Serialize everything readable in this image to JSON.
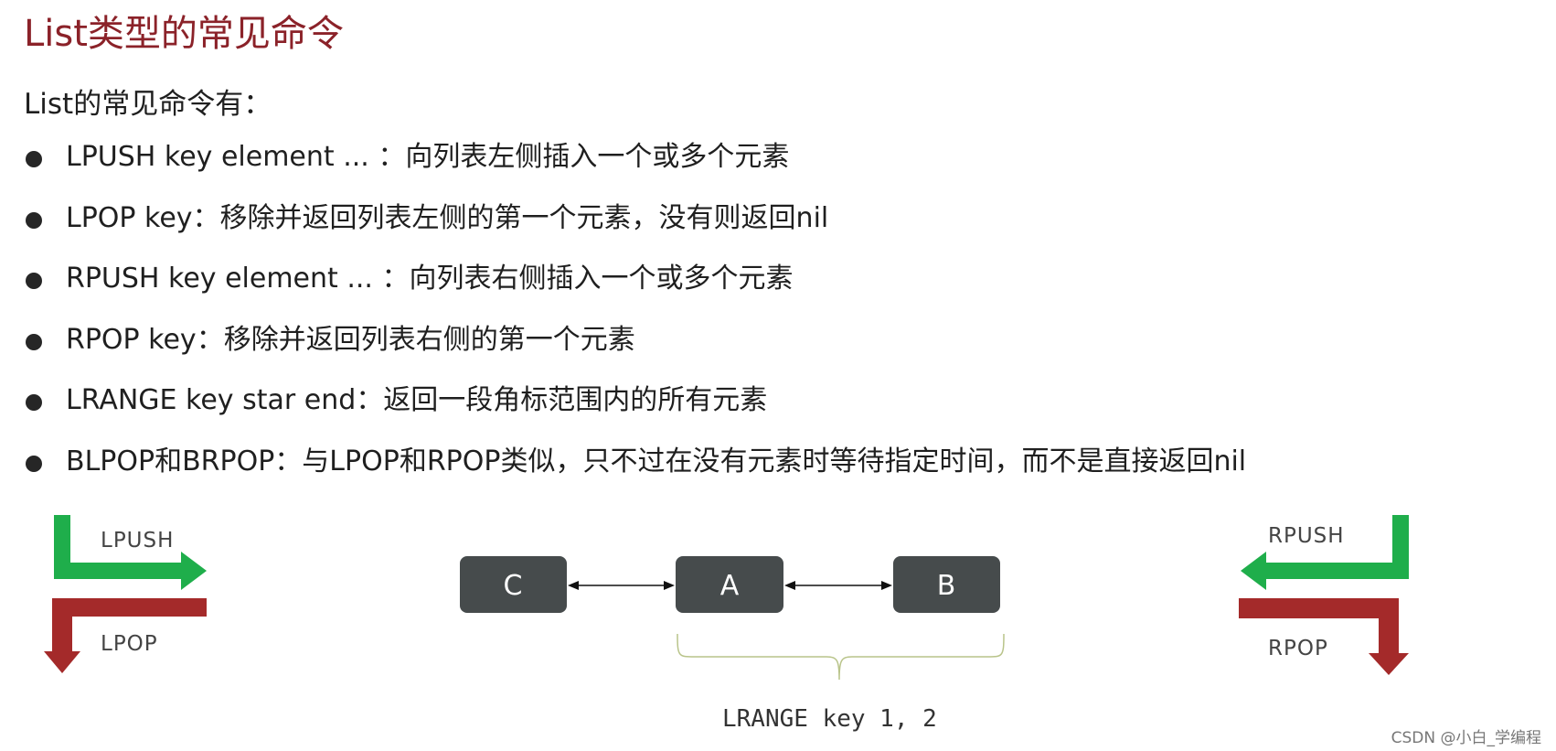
{
  "title": "List类型的常见命令",
  "intro": "List的常见命令有：",
  "commands": [
    "LPUSH key  element ... ：向列表左侧插入一个或多个元素",
    "LPOP key：移除并返回列表左侧的第一个元素，没有则返回nil",
    "RPUSH key  element ... ：向列表右侧插入一个或多个元素",
    "RPOP key：移除并返回列表右侧的第一个元素",
    "LRANGE key star end：返回一段角标范围内的所有元素",
    "BLPOP和BRPOP：与LPOP和RPOP类似，只不过在没有元素时等待指定时间，而不是直接返回nil"
  ],
  "diagram": {
    "lpush_label": "LPUSH",
    "lpop_label": "LPOP",
    "rpush_label": "RPUSH",
    "rpop_label": "RPOP",
    "nodes": [
      "C",
      "A",
      "B"
    ],
    "range_label": "LRANGE key 1, 2"
  },
  "colors": {
    "title": "#8b2229",
    "push_arrow": "#1fae4b",
    "pop_arrow": "#a42a2a",
    "node_fill": "#464b4c"
  },
  "watermark": "CSDN @小白_学编程"
}
